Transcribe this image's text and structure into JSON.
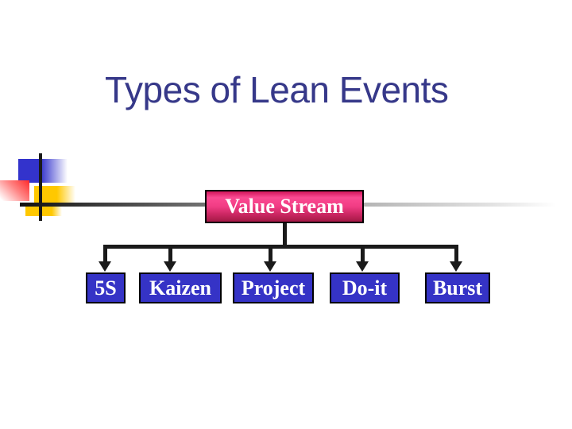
{
  "slide": {
    "title": "Types of Lean Events"
  },
  "diagram": {
    "type": "tree",
    "root": {
      "label": "Value Stream"
    },
    "children": [
      {
        "label": "5S"
      },
      {
        "label": "Kaizen"
      },
      {
        "label": "Project"
      },
      {
        "label": "Do-it"
      },
      {
        "label": "Burst"
      }
    ]
  },
  "colors": {
    "title_text": "#363889",
    "root_box_gradient_top": "#D1175B",
    "root_box_gradient_bright": "#FB4A92",
    "root_box_gradient_bottom": "#A41945",
    "child_box_fill": "#3533C6",
    "box_border": "#000000",
    "box_text": "#FFFFFF",
    "connector_line": "#1A1A1A",
    "decoration_blue": "#3333CC",
    "decoration_yellow": "#FFC800",
    "decoration_red": "#FF2A2A",
    "background": "#FFFFFF"
  }
}
